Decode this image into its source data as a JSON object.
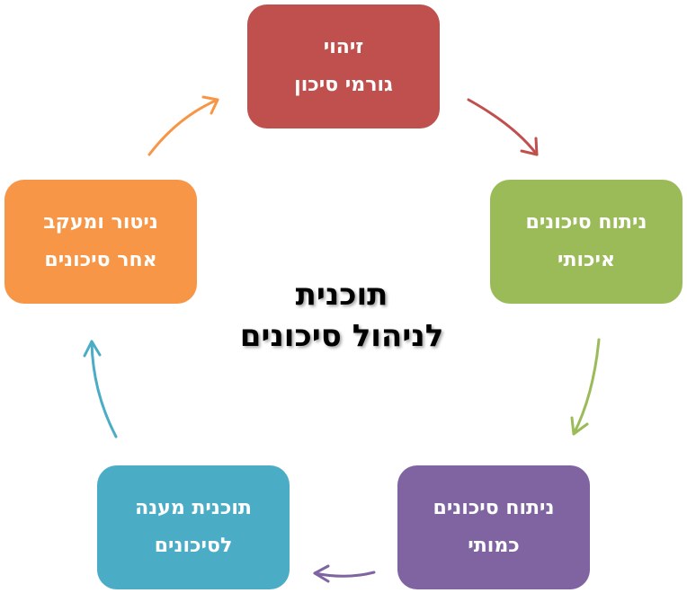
{
  "diagram": {
    "center_title": {
      "line1": "תוכנית",
      "line2": "לניהול סיכונים"
    },
    "nodes": [
      {
        "id": "identification",
        "line1": "זיהוי",
        "line2": "גורמי סיכון",
        "color": "#c0504d"
      },
      {
        "id": "qualitative",
        "line1": "ניתוח סיכונים",
        "line2": "איכותי",
        "color": "#9bbb59"
      },
      {
        "id": "quantitative",
        "line1": "ניתוח סיכונים",
        "line2": "כמותי",
        "color": "#8064a2"
      },
      {
        "id": "response",
        "line1": "תוכנית מענה",
        "line2": "לסיכונים",
        "color": "#4bacc6"
      },
      {
        "id": "monitoring",
        "line1": "ניטור ומעקב",
        "line2": "אחר סיכונים",
        "color": "#f79646"
      }
    ],
    "arrows": [
      {
        "from": "identification",
        "to": "qualitative",
        "color": "#c0504d"
      },
      {
        "from": "qualitative",
        "to": "quantitative",
        "color": "#9bbb59"
      },
      {
        "from": "quantitative",
        "to": "response",
        "color": "#8064a2"
      },
      {
        "from": "response",
        "to": "monitoring",
        "color": "#4bacc6"
      },
      {
        "from": "monitoring",
        "to": "identification",
        "color": "#f79646"
      }
    ]
  }
}
